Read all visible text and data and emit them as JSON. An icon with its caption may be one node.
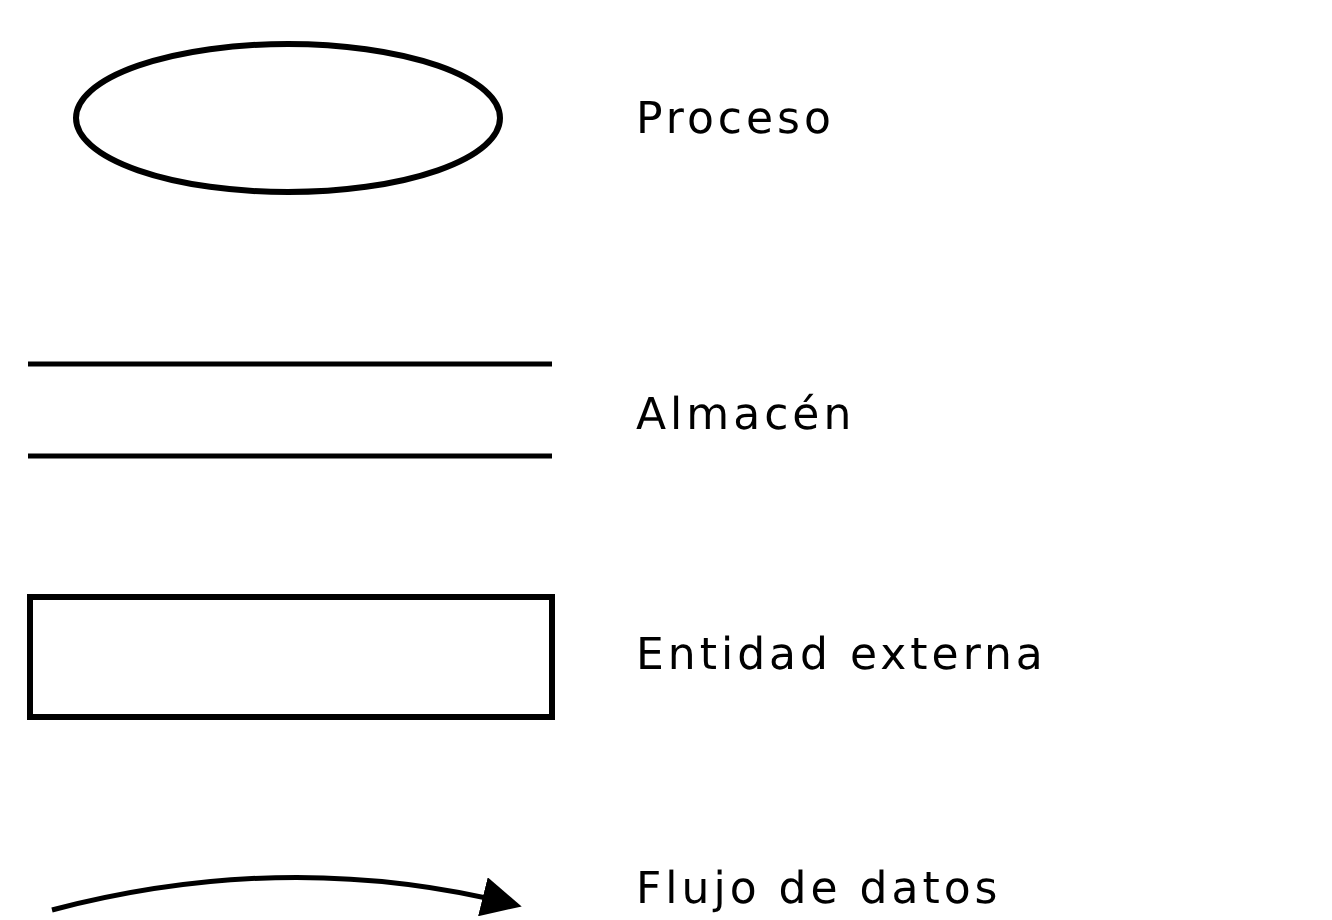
{
  "diagram": {
    "legend": [
      {
        "text": "Proceso"
      },
      {
        "text": "Almacén"
      },
      {
        "text": "Entidad externa"
      },
      {
        "text": "Flujo de datos"
      }
    ]
  }
}
